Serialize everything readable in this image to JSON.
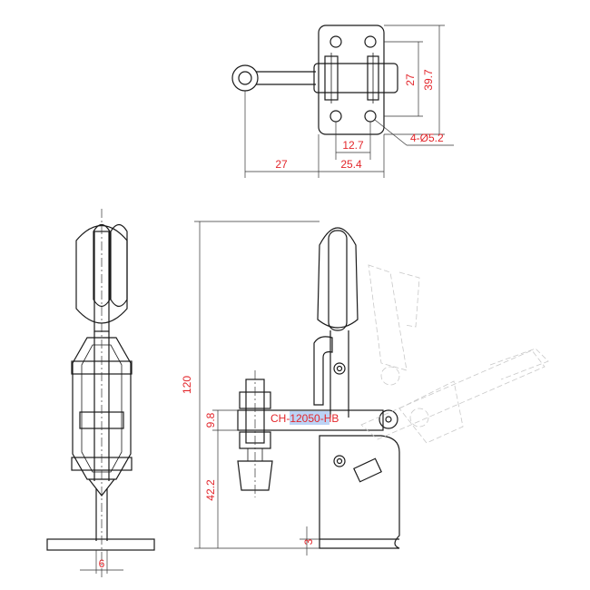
{
  "drawing": {
    "model_label": "CH-12050-HB",
    "label_highlight_part": "12050",
    "colors": {
      "line": "#1a1a1a",
      "dimension_text": "#e3262b",
      "highlight": "#bcd3f5",
      "ghost_line": "#c8c8c8"
    },
    "dimensions": {
      "top_height_inner": "27",
      "top_height_outer": "39.7",
      "hole_spacing": "12.7",
      "holes": "4-Ø5.2",
      "arm_length": "27",
      "base_width": "25.4",
      "total_height": "120",
      "spindle_offset": "9.8",
      "spindle_height": "42.2",
      "base_thickness": "3",
      "handle_width": "6"
    }
  }
}
